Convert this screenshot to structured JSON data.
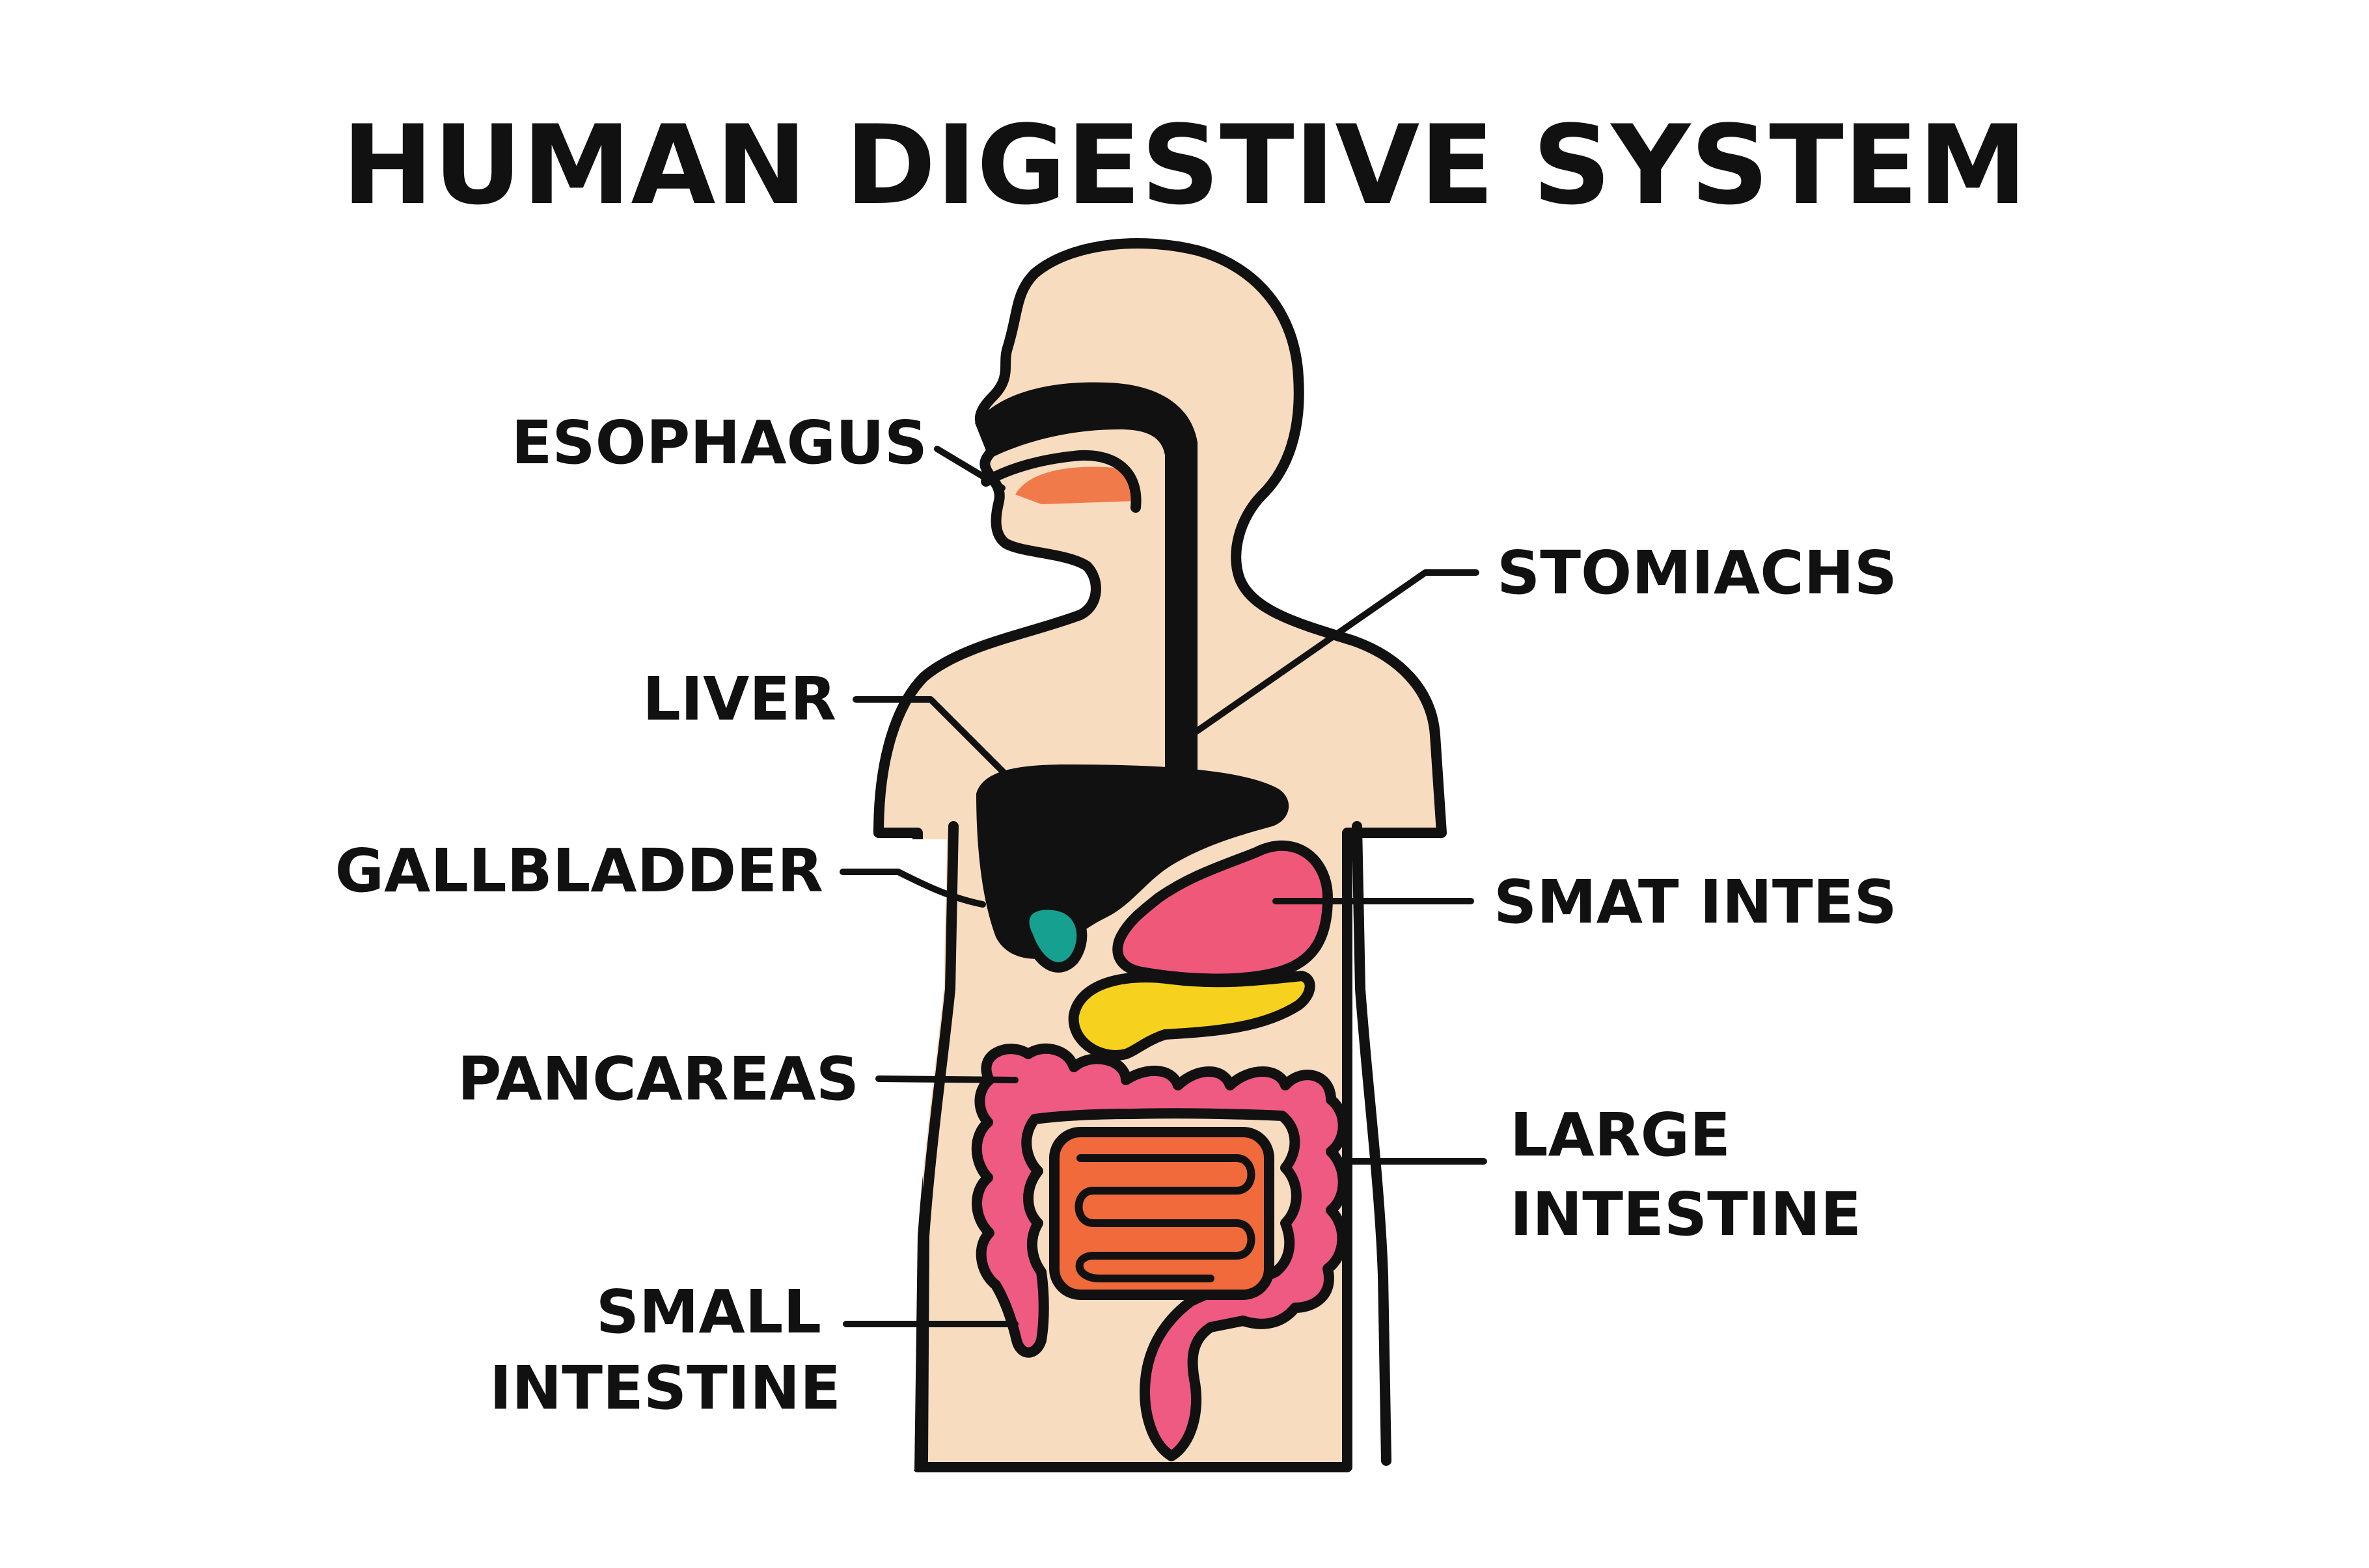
{
  "title": "HUMAN DIGESTIVE SYSTEM",
  "labels": {
    "esophagus": "ESOPHAGUS",
    "liver": "LIVER",
    "gallbladder": "GALLBLADDER",
    "pancreas": "PANCAREAS",
    "small_intestine_line1": "SMALL",
    "small_intestine_line2": "INTESTINE",
    "stomach": "STOMIACHS",
    "small_intes_short": "SMAT INTES",
    "large_intestine_line1": "LARGE",
    "large_intestine_line2": "INTESTINE"
  },
  "colors": {
    "skin": "#F8DCC0",
    "outline": "#111111",
    "tongue": "#F07A4A",
    "stomach": "#F0587A",
    "gallbladder": "#16A08F",
    "pancreas": "#F6D21E",
    "large_intestine": "#EE5A82",
    "small_intestine": "#F06A3C",
    "liver": "#111111"
  }
}
